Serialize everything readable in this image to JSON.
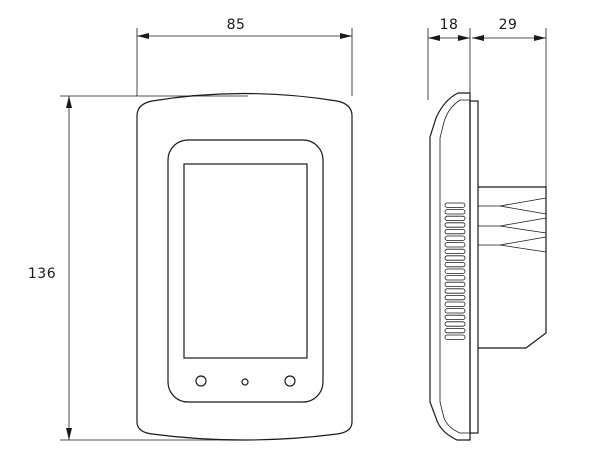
{
  "dimensions": {
    "width": "85",
    "height": "136",
    "depth_body": "18",
    "depth_back": "29"
  },
  "colors": {
    "line": "#1a1a1a",
    "background": "#ffffff"
  }
}
